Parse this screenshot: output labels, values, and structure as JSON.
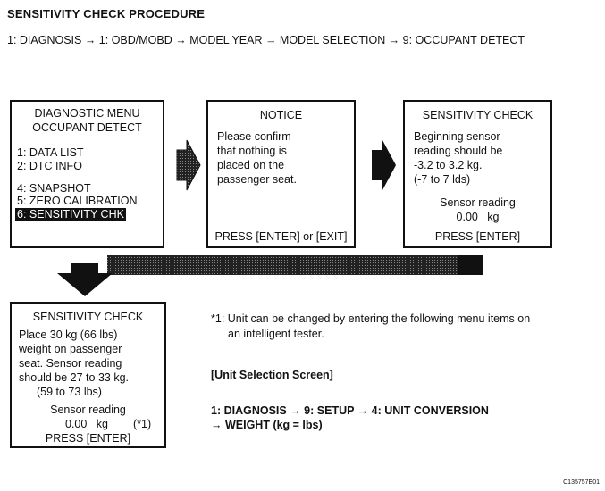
{
  "header": {
    "title": "SENSITIVITY CHECK PROCEDURE",
    "path": "1: DIAGNOSIS → 1: OBD/MOBD → MODEL YEAR → MODEL SELECTION → 9: OCCUPANT DETECT"
  },
  "screen1": {
    "title1": "DIAGNOSTIC MENU",
    "title2": "OCCUPANT DETECT",
    "items": [
      "1: DATA LIST",
      "2: DTC INFO",
      "4: SNAPSHOT",
      "5: ZERO CALIBRATION",
      "6: SENSITIVITY CHK"
    ],
    "selected_item": "6: SENSITIVITY CHK"
  },
  "screen2": {
    "title": "NOTICE",
    "lines": [
      "Please confirm",
      "that nothing is",
      "placed on the",
      "passenger seat."
    ],
    "footer": "PRESS [ENTER] or [EXIT]"
  },
  "screen3": {
    "title": "SENSITIVITY CHECK",
    "lines": [
      "Beginning sensor",
      "reading should be",
      "-3.2 to 3.2 kg.",
      "(-7 to 7 lds)"
    ],
    "reading_label": "Sensor reading",
    "reading_value": "0.00   kg",
    "footer": "PRESS [ENTER]"
  },
  "screen4": {
    "title": "SENSITIVITY CHECK",
    "lines": [
      "Place 30 kg (66 lbs)",
      "weight on passenger",
      "seat. Sensor reading",
      "should be 27 to 33 kg.",
      "(59 to 73 lbs)"
    ],
    "reading_label": "Sensor reading",
    "reading_value": "0.00   kg",
    "reading_note": "(*1)",
    "footer": "PRESS [ENTER]"
  },
  "notes": {
    "footnote_line1": "*1: Unit can be changed by entering the following menu items on",
    "footnote_line2": "an intelligent tester.",
    "unit_screen_heading": "[Unit Selection Screen]",
    "unit_path_line1": "1: DIAGNOSIS → 9: SETUP → 4: UNIT CONVERSION",
    "unit_path_line2": "→ WEIGHT (kg = lbs)"
  },
  "figure_code": "C135757E01"
}
